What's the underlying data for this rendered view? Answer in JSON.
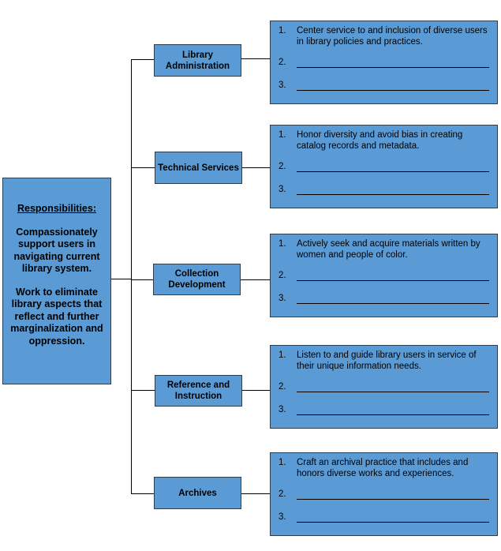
{
  "root": {
    "heading": "Responsibilities:",
    "para1": "Compassionately support users in navigating current library system.",
    "para2": "Work to eliminate library aspects that reflect and further marginalization and oppression."
  },
  "categories": [
    {
      "label": "Library Administration",
      "items": [
        {
          "num": "1.",
          "text": "Center service to and inclusion of diverse users in library policies and practices."
        },
        {
          "num": "2.",
          "text": ""
        },
        {
          "num": "3.",
          "text": ""
        }
      ]
    },
    {
      "label": "Technical Services",
      "items": [
        {
          "num": "1.",
          "text": "Honor diversity and avoid bias in creating catalog records and metadata."
        },
        {
          "num": "2.",
          "text": ""
        },
        {
          "num": "3.",
          "text": ""
        }
      ]
    },
    {
      "label": "Collection Development",
      "items": [
        {
          "num": "1.",
          "text": "Actively seek and acquire materials written by women and people of color."
        },
        {
          "num": "2.",
          "text": ""
        },
        {
          "num": "3.",
          "text": ""
        }
      ]
    },
    {
      "label": "Reference and Instruction",
      "items": [
        {
          "num": "1.",
          "text": "Listen to and guide library users in service of their unique information needs."
        },
        {
          "num": "2.",
          "text": ""
        },
        {
          "num": "3.",
          "text": ""
        }
      ]
    },
    {
      "label": "Archives",
      "items": [
        {
          "num": "1.",
          "text": "Craft an archival practice that includes and honors diverse works and experiences."
        },
        {
          "num": "2.",
          "text": ""
        },
        {
          "num": "3.",
          "text": ""
        }
      ]
    }
  ]
}
